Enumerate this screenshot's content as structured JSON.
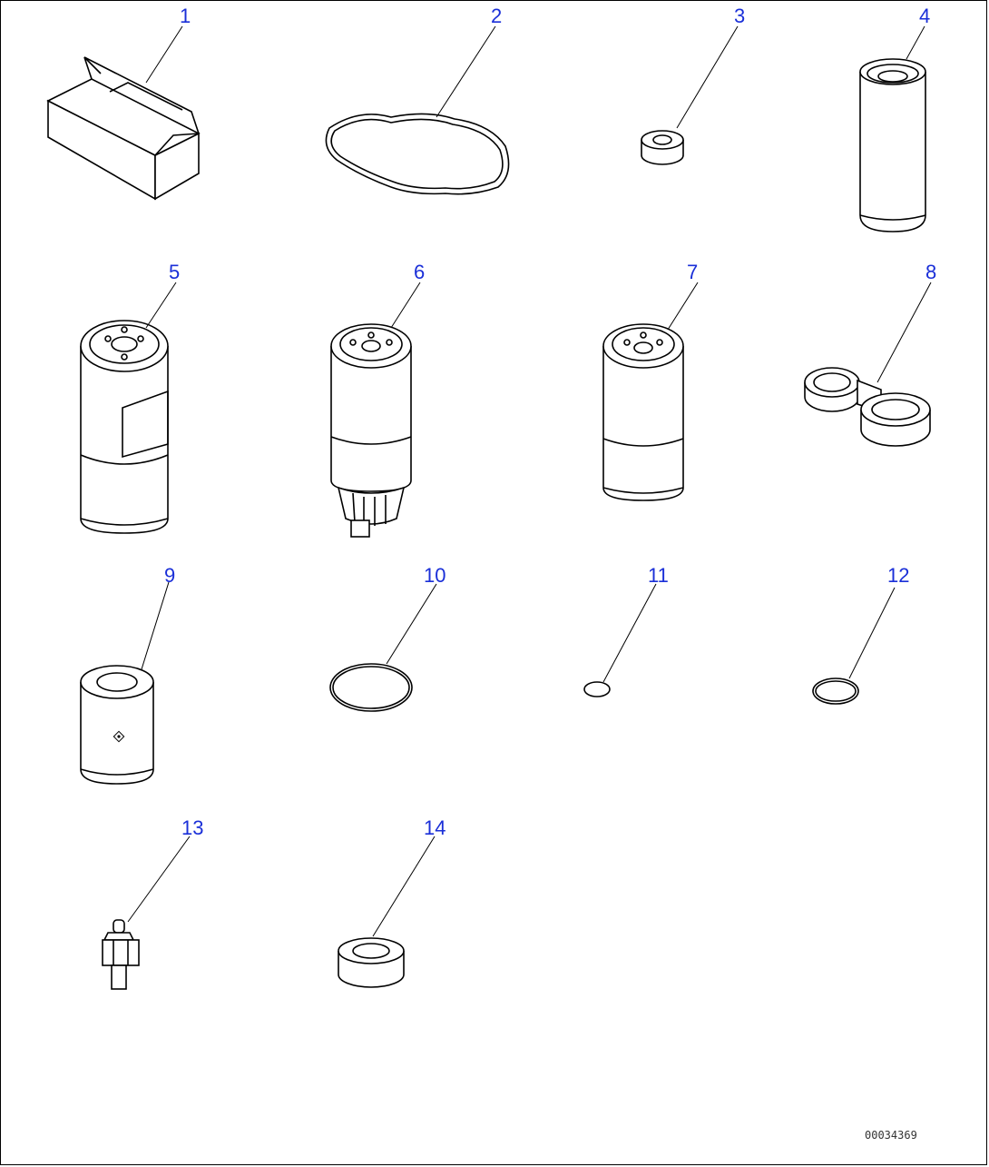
{
  "callouts": {
    "c1": "1",
    "c2": "2",
    "c3": "3",
    "c4": "4",
    "c5": "5",
    "c6": "6",
    "c7": "7",
    "c8": "8",
    "c9": "9",
    "c10": "10",
    "c11": "11",
    "c12": "12",
    "c13": "13",
    "c14": "14"
  },
  "drawing_code": "00034369",
  "colors": {
    "callout": "#1a2fd8",
    "line": "#000000",
    "background": "#ffffff"
  }
}
